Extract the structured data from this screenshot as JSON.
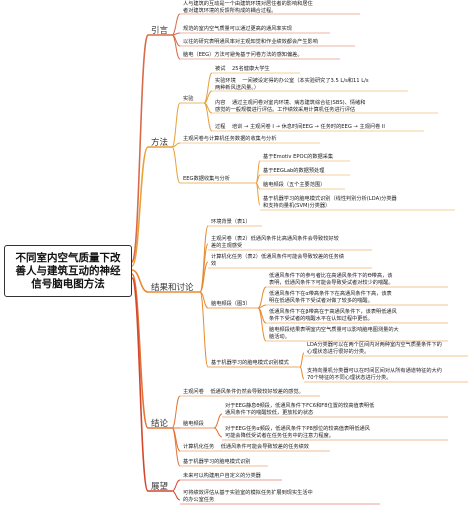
{
  "root": {
    "title": "不同室内空气质量下改\n善人与建筑互动的神经\n信号脑电图方法"
  },
  "branches": {
    "intro": {
      "label": "引言",
      "items": [
        "人与建筑的互动是一个由建筑环境对居住者的影响和居住\n者对建筑环境的反馈所构成的耦合过程。",
        "规范的室内空气质量可以通过更高的通风率实现",
        "以往的研究表明通风率对主观知觉和作业绩效都会产生影响",
        "脑电（EEG）方法可避免基于问卷方法的感知偏差。"
      ]
    },
    "methods": {
      "label": "方法",
      "experiment": {
        "label": "实验",
        "items": [
          "被试    25名健康大学生",
          "实验环境    一间被设定得的办公室（本实验研究了3.5 L/s和11 L/s\n两种新风送风量。）",
          "内容    通过主观问卷对室内环境、病态建筑综合征(SBS)、情绪和\n感觉的一般规模进行评估。工作绩效采用计算机任务进行评估",
          "过程    培训 → 主观问卷 I → 休息时间EEG → 任务时的EEG → 主观问卷 II"
        ]
      },
      "simple": "主观问卷与计算机任务数据的收集与分析",
      "eeg": {
        "label": "EEG数据收集与分析",
        "items": [
          "基于Emotiv EPOC的数据采集",
          "基于EEGLab的数据预处理",
          "脑电频段（五个主要范围）",
          "基于机器学习的脑电模式识别（线性判别分析(LDA)分类器\n和支持向量机(SVM)分类器）"
        ]
      }
    },
    "results": {
      "label": "结果和讨论",
      "top": "环境背景（表1）",
      "items": [
        "主观问卷（表2）低通风条件比高通风条件会导致较好较\n差的主观感受",
        "计算机化任务（表2）低通风条件可能会导致较差的任务绩\n效"
      ],
      "band": {
        "label": "脑电频段（图3）",
        "items": [
          "低通风条件下的参与者比在高通风条件下的Ɵ带高，该\n表明，低通风条件下可能会导致受试者对较少的喘醒。",
          "低通风条件下在α带高条件下在高通风条件下高，该表\n明在低通风条件下受试者对做了较多的喘醒。",
          "低通风条件下在β带高在于高通风条件下，该表明低通风\n条件下受试者的喘醒水平在认知过程中更低。",
          "脑电频段结果表明室内空气质量可以影响脑电图测量的大\n脑活动。"
        ]
      },
      "ml": {
        "label": "基于机器学习的脑电模式识别模式",
        "items": [
          "LDA分类器可以在两个区间内对两种室内空气质量条件下的\n心理状态进行很好的分类。",
          "支持向量机分类器可以在时间区间对从所有通道特征的大约\n70个特征的不同心理状态进行分类。"
        ]
      }
    },
    "conclusion": {
      "label": "结论",
      "items_top": [
        "主观问卷    低通风条件仍然会导致较好较差的感觉。"
      ],
      "band": {
        "label": "脑电频段",
        "items": [
          "对于EEG静息θ频段，低通风条件下FC6和F8位置的较高值表明低\n通风条件下的喘醒较低，更放松的状态",
          "对于EEG任务α频段，低通风条件下P8部位的较高值表明低通风\n可能会降低受试者在任务任务中的注意力程度。"
        ]
      },
      "items_bottom": [
        "计算机化任务    低通风条件可能会导致较差的任务绩效",
        "基于机器学习的脑电模式识别"
      ]
    },
    "outlook": {
      "label": "展望",
      "items": [
        "未来可以构建用户自定义的分类器",
        "可将绩效评估从基于实验室的模拟任务扩展到现实生活中\n的办公室任务"
      ]
    }
  },
  "colors": {
    "intro": "#d96b4a",
    "methods": "#e9a13a",
    "results": "#e88b2f",
    "conclusion": "#e57335",
    "outlook": "#d4472f",
    "highlight": "#b7e7f4"
  }
}
